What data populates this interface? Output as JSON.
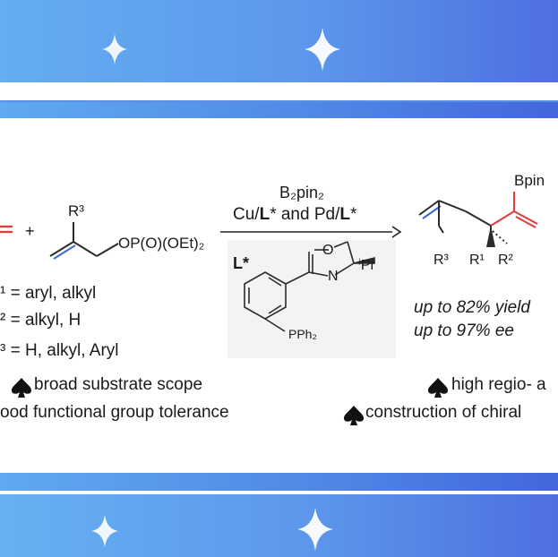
{
  "reagents": {
    "top": "B₂pin₂",
    "catalyst_pre": "Cu/",
    "catalyst_L": "L",
    "catalyst_mid": "* and Pd/",
    "catalyst_L2": "L",
    "catalyst_post": "*"
  },
  "reactant": {
    "plus": "+",
    "r3": "R³",
    "phosphate": "OP(O)(OEt)₂"
  },
  "substituents": [
    "¹ = aryl, alkyl",
    "² = alkyl, H",
    "³ = H, alkyl, Aryl"
  ],
  "ligand": {
    "label": "L*",
    "oxygen": "O",
    "nitrogen": "N",
    "ipr": "ⁱPr",
    "pph2": "PPh₂"
  },
  "product": {
    "bpin": "Bpin",
    "r3": "R³",
    "r1": "R¹",
    "r2": "R²"
  },
  "results": {
    "yield": "up to 82% yield",
    "ee": "up to 97% ee"
  },
  "features": {
    "left1": "broad substrate scope",
    "left2": "ood functional group tolerance",
    "right1": "high regio- a",
    "right2": "construction of chiral"
  },
  "colors": {
    "band_blue": "#5c97ec",
    "bond_red": "#e03a3a",
    "text": "#1a1a1a"
  }
}
